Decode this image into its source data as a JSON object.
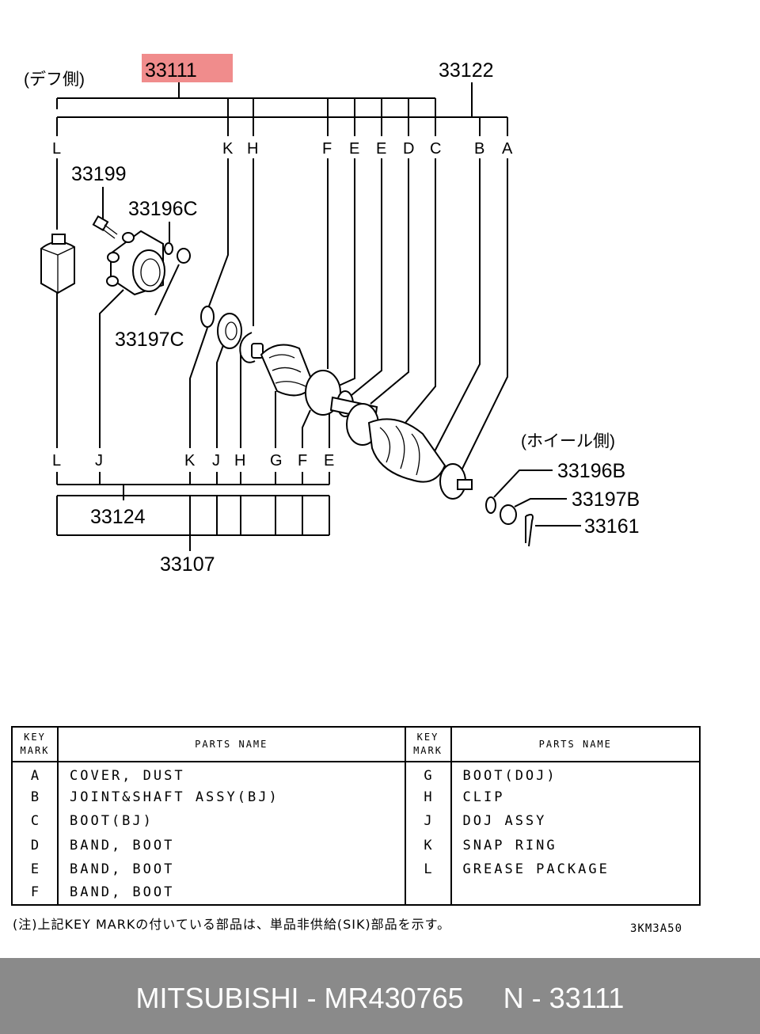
{
  "diagram": {
    "side_diff": "(デフ側)",
    "side_wheel": "(ホイール側)",
    "highlight_color": "#f08c8c",
    "part_numbers": {
      "p33111": "33111",
      "p33122": "33122",
      "p33199": "33199",
      "p33196c": "33196C",
      "p33197c": "33197C",
      "p33124": "33124",
      "p33107": "33107",
      "p33196b": "33196B",
      "p33197b": "33197B",
      "p33161": "33161"
    },
    "top_letters": [
      "L",
      "K",
      "H",
      "F",
      "E",
      "E",
      "D",
      "C",
      "B",
      "A"
    ],
    "bottom_letters": [
      "L",
      "J",
      "K",
      "J",
      "H",
      "G",
      "F",
      "E"
    ]
  },
  "table": {
    "key_header": [
      "KEY",
      "MARK"
    ],
    "name_header": "PARTS NAME",
    "left_rows": [
      {
        "key": "A",
        "name": "COVER, DUST"
      },
      {
        "key": "B",
        "name": "JOINT&SHAFT ASSY(BJ)"
      },
      {
        "key": "C",
        "name": "BOOT(BJ)"
      },
      {
        "key": "D",
        "name": "BAND, BOOT"
      },
      {
        "key": "E",
        "name": "BAND, BOOT"
      },
      {
        "key": "F",
        "name": "BAND, BOOT"
      }
    ],
    "right_rows": [
      {
        "key": "G",
        "name": "BOOT(DOJ)"
      },
      {
        "key": "H",
        "name": "CLIP"
      },
      {
        "key": "J",
        "name": "DOJ ASSY"
      },
      {
        "key": "K",
        "name": "SNAP RING"
      },
      {
        "key": "L",
        "name": "GREASE PACKAGE"
      },
      {
        "key": "",
        "name": ""
      }
    ]
  },
  "note": "(注)上記KEY MARKの付いている部品は、単品非供給(SIK)部品を示す。",
  "diagram_code": "3KM3A50",
  "footer": {
    "brand": "MITSUBISHI",
    "part_number": "MR430765",
    "ref": "N - 33111",
    "text": "MITSUBISHI - MR430765     N - 33111"
  }
}
